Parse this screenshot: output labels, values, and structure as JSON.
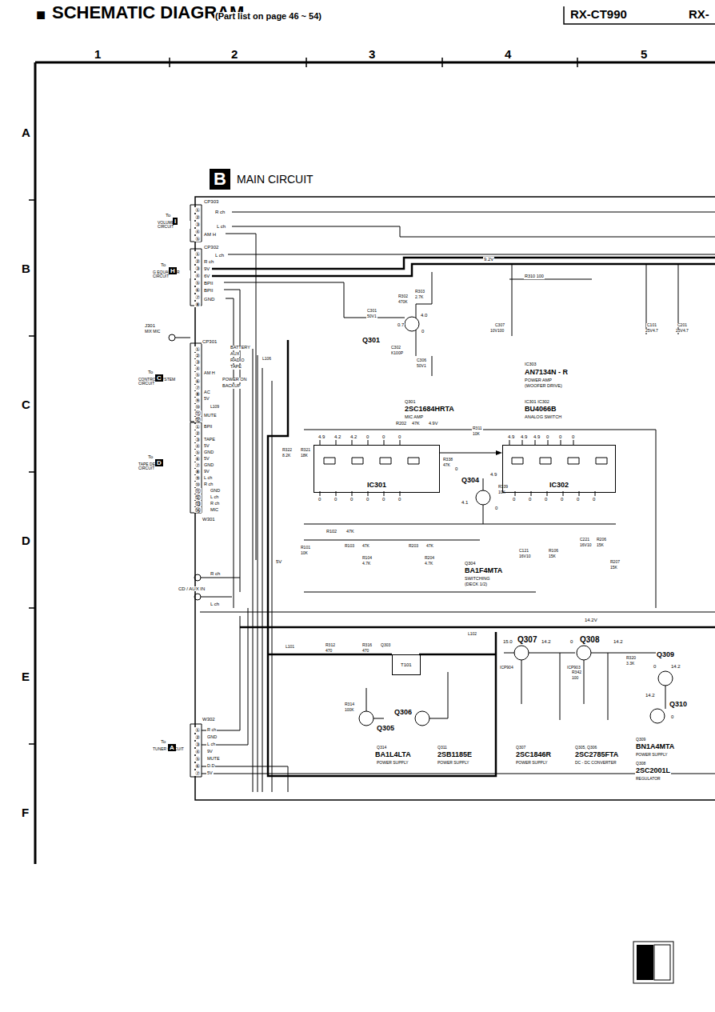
{
  "diagram": {
    "title": "SCHEMATIC DIAGRAM",
    "nodes": [
      {
        "text": [
          "B",
          "MAIN CIRCUIT"
        ]
      },
      {
        "text": [
          "I"
        ]
      },
      {
        "text": [
          "H"
        ]
      },
      {
        "text": [
          "C"
        ]
      },
      {
        "text": [
          "D"
        ]
      },
      {
        "text": [
          "A"
        ]
      },
      {
        "text": [
          "IC301"
        ]
      },
      {
        "text": [
          "IC302"
        ]
      },
      {
        "text": [
          "T101"
        ]
      }
    ],
    "edges": [
      {
        "from": 6,
        "to": 7,
        "arrow": "to"
      }
    ],
    "labels": [
      "■",
      "(Part list on page 46 ~ 54)",
      "RX-CT990",
      "RX-",
      "1",
      "2",
      "3",
      "4",
      "5",
      "A",
      "B",
      "C",
      "D",
      "E",
      "F",
      "CP303",
      "①",
      "②",
      "③",
      "④",
      "⑤",
      "R ch",
      "L ch",
      "AM H",
      "To",
      "VOLUME CIRCUIT",
      "CP302",
      "①",
      "②",
      "③",
      "④",
      "⑤",
      "⑥",
      "⑦",
      "⑧",
      "L ch",
      "R ch",
      "9V",
      "6V",
      "BPII",
      "BPII",
      "GND",
      "To",
      "G EQUALIZER CIRCUIT",
      "J301",
      "MIX MIC",
      "CP301",
      "①",
      "②",
      "③",
      "④",
      "⑤",
      "⑥",
      "⑦",
      "⑧",
      "⑨",
      "⑩",
      "⑪",
      "⑫",
      "BATTERY",
      "AUX",
      "RADIO",
      "TAPE",
      "AM H",
      "POWER ON",
      "BACKUP",
      "AC",
      "5V",
      "MUTE",
      "L106",
      "L109",
      "To",
      "CONTROL SYSTEM CIRCUIT",
      "①",
      "②",
      "③",
      "④",
      "⑤",
      "⑥",
      "⑦",
      "⑧",
      "⑨",
      "⑩",
      "⑪",
      "⑫",
      "⑬",
      "⑭",
      "BPII",
      "TAPE",
      "5V",
      "GND",
      "5V",
      "GND",
      "9V",
      "L ch",
      "R ch",
      "GND",
      "L ch",
      "R ch",
      "MIC",
      "W301",
      "To",
      "TAPE DECK CIRCUIT",
      "R ch",
      "CD / AUX IN",
      "L ch",
      "W302",
      "①",
      "②",
      "③",
      "④",
      "⑤",
      "⑥",
      "⑦",
      "R ch",
      "GND",
      "L ch",
      "9V",
      "MUTE",
      "D.D",
      "5V",
      "To",
      "TUNER CIRCUIT",
      "9.2V",
      "R310 100",
      "R302",
      "470K",
      "R303",
      "2.7K",
      "C301",
      "50V1",
      "4.0",
      "0.7",
      "0",
      "Q301",
      "C302",
      "K100P",
      "C306",
      "50V1",
      "C307",
      "10V100",
      "IC303",
      "AN7134N - R",
      "POWER AMP",
      "(WOOFER DRIVE)",
      "Q301",
      "2SC1684HRTA",
      "MIC AMP",
      "IC301 IC302",
      "BU4066B",
      "ANALOG SWITCH",
      "C101",
      "25V4.7",
      "C201",
      "25V4.7",
      "R202",
      "47K",
      "4.9V",
      "4.9",
      "4.2",
      "4.2",
      "0",
      "0",
      "0",
      "0",
      "0",
      "0",
      "0",
      "0",
      "0",
      "R322",
      "8.2K",
      "R321",
      "18K",
      "R338",
      "47K",
      "R311",
      "10K",
      "R339",
      "10K",
      "Q304",
      "0",
      "4.9",
      "4.1",
      "0",
      "4.9",
      "4.9",
      "4.9",
      "0",
      "0",
      "0",
      "0",
      "0",
      "0",
      "0",
      "0",
      "0",
      "R102",
      "47K",
      "R101",
      "10K",
      "R103",
      "47K",
      "R203",
      "47K",
      "R104",
      "4.7K",
      "R204",
      "4.7K",
      "Q304",
      "BA1F4MTA",
      "SWITCHING",
      "(DECK 1/2)",
      "C121",
      "16V10",
      "R106",
      "15K",
      "C221",
      "16V10",
      "R206",
      "15K",
      "R207",
      "15K",
      "5V",
      "14.2V",
      "L101",
      "R312",
      "470",
      "R316",
      "470",
      "Q303",
      "L102",
      "15.0",
      "Q307",
      "14.2",
      "0",
      "Q308",
      "14.2",
      "R320",
      "3.3K",
      "R342",
      "100",
      "Q309",
      "0",
      "14.2",
      "14.2",
      "Q310",
      "0",
      "ICP904",
      "ICP903",
      "R314",
      "100K",
      "Q305",
      "Q306",
      "Q314",
      "BA1L4LTA",
      "POWER SUPPLY",
      "Q311",
      "2SB1185E",
      "POWER SUPPLY",
      "Q307",
      "2SC1846R",
      "POWER SUPPLY",
      "Q305, Q306",
      "2SC2785FTA",
      "DC - DC CONVERTER",
      "Q309",
      "BN1A4MTA",
      "POWER SUPPLY",
      "Q308",
      "2SC2001L",
      "REGULATOR"
    ]
  }
}
